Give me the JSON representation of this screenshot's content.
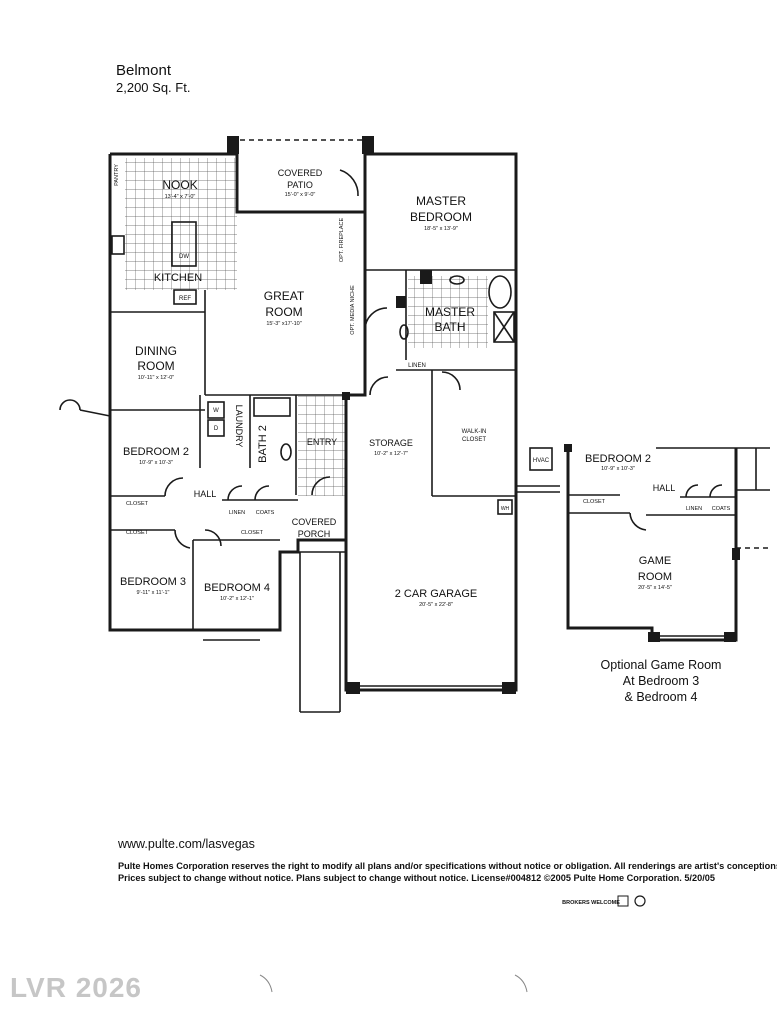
{
  "plan": {
    "name": "Belmont",
    "size": "2,200 Sq. Ft."
  },
  "rooms": {
    "nook": {
      "name": "NOOK",
      "dims": "13'-4\" x 7'-0\""
    },
    "pantry": {
      "name": "PANTRY"
    },
    "kitchen": {
      "name": "KITCHEN"
    },
    "dw": {
      "name": "DW"
    },
    "ref": {
      "name": "REF"
    },
    "covered_patio": {
      "line1": "COVERED",
      "line2": "PATIO",
      "dims": "15'-0\" x 9'-0\""
    },
    "great_room": {
      "line1": "GREAT",
      "line2": "ROOM",
      "dims": "15'-3\" x17'-10\""
    },
    "opt_fireplace": {
      "name": "OPT. FIREPLACE"
    },
    "opt_media_niche": {
      "name": "OPT. MEDIA NICHE"
    },
    "master_bedroom": {
      "line1": "MASTER",
      "line2": "BEDROOM",
      "dims": "18'-5\" x 13'-9\""
    },
    "master_bath": {
      "line1": "MASTER",
      "line2": "BATH"
    },
    "linen_master": {
      "name": "LINEN"
    },
    "dining_room": {
      "line1": "DINING",
      "line2": "ROOM",
      "dims": "10'-11\" x 12'-0\""
    },
    "laundry": {
      "name": "LAUNDRY"
    },
    "washer": {
      "name": "W"
    },
    "dryer": {
      "name": "D"
    },
    "bath2": {
      "name": "BATH 2"
    },
    "entry": {
      "name": "ENTRY"
    },
    "storage": {
      "name": "STORAGE",
      "dims": "10'-2\" x 12'-7\""
    },
    "walk_in_closet": {
      "line1": "WALK-IN",
      "line2": "CLOSET"
    },
    "hvac": {
      "name": "HVAC"
    },
    "wh": {
      "name": "WH"
    },
    "bedroom2": {
      "name": "BEDROOM 2",
      "dims": "10'-9\" x 10'-3\""
    },
    "hall": {
      "name": "HALL"
    },
    "closet_a": {
      "name": "CLOSET"
    },
    "closet_b": {
      "name": "CLOSET"
    },
    "linen_hall": {
      "name": "LINEN"
    },
    "coats": {
      "name": "COATS"
    },
    "closet_c": {
      "name": "CLOSET"
    },
    "covered_porch": {
      "line1": "COVERED",
      "line2": "PORCH"
    },
    "bedroom3": {
      "name": "BEDROOM 3",
      "dims": "9'-11\" x 11'-1\""
    },
    "bedroom4": {
      "name": "BEDROOM 4",
      "dims": "10'-2\" x 12'-1\""
    },
    "garage": {
      "name": "2 CAR GARAGE",
      "dims": "20'-5\" x 22'-8\""
    }
  },
  "game_room_option": {
    "bedroom2": {
      "name": "BEDROOM 2",
      "dims": "10'-9\" x 10'-3\""
    },
    "hall": {
      "name": "HALL"
    },
    "closet": {
      "name": "CLOSET"
    },
    "linen": {
      "name": "LINEN"
    },
    "coats": {
      "name": "COATS"
    },
    "game_room": {
      "line1": "GAME",
      "line2": "ROOM",
      "dims": "20'-5\" x 14'-5\""
    },
    "caption": {
      "line1": "Optional Game Room",
      "line2": "At Bedroom 3",
      "line3": "& Bedroom 4"
    }
  },
  "footer": {
    "url": "www.pulte.com/lasvegas",
    "disclaimer_line1": "Pulte Homes Corporation reserves the right to modify all plans and/or specifications without notice or obligation. All renderings are artist's conceptions.",
    "disclaimer_line2": "Prices subject to change without notice. Plans subject to change without notice. License#004812 ©2005 Pulte Home Corporation. 5/20/05",
    "brokers_logo": "BROKERS WELCOME"
  },
  "watermark": "LVR 2026",
  "colors": {
    "line": "#1a1a1a",
    "grid": "#555555",
    "watermark": "#c6c6c6"
  }
}
